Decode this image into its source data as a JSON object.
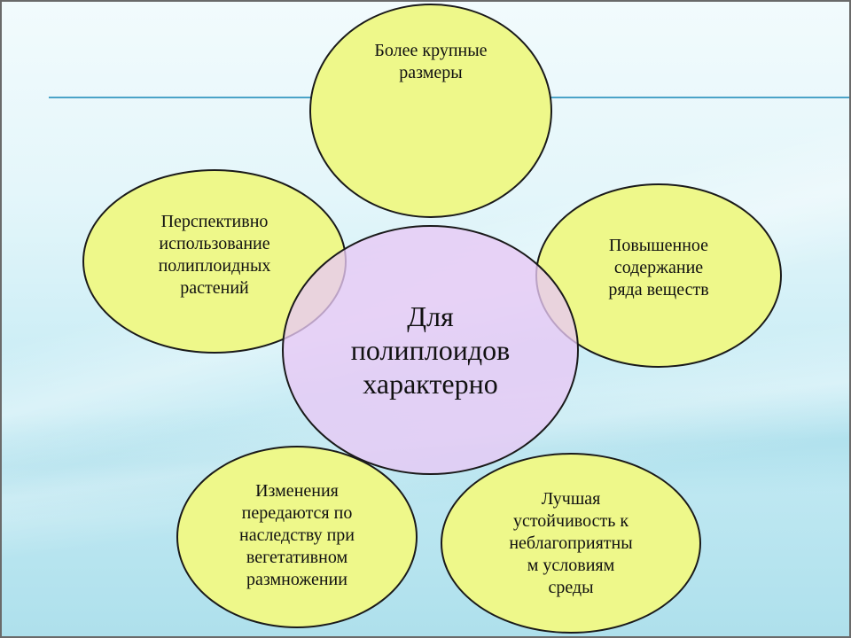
{
  "diagram": {
    "center": "Для\nполиплоидов\nхарактерно",
    "top": "Более крупные\nразмеры",
    "left": "Перспективно\nиспользование\nполиплоидных\nрастений",
    "right": "Повышенное\nсодержание\nряда веществ",
    "bottom_left": "Изменения\nпередаются по\nнаследству при\nвегетативном\nразмножении",
    "bottom_right": "Лучшая\nустойчивость к\nнеблагоприятны\nм условиям\nсреды"
  },
  "colors": {
    "outer_fill": "#eef88a",
    "center_fill": "#e8c8f5",
    "accent_line": "#4aa3c8"
  }
}
